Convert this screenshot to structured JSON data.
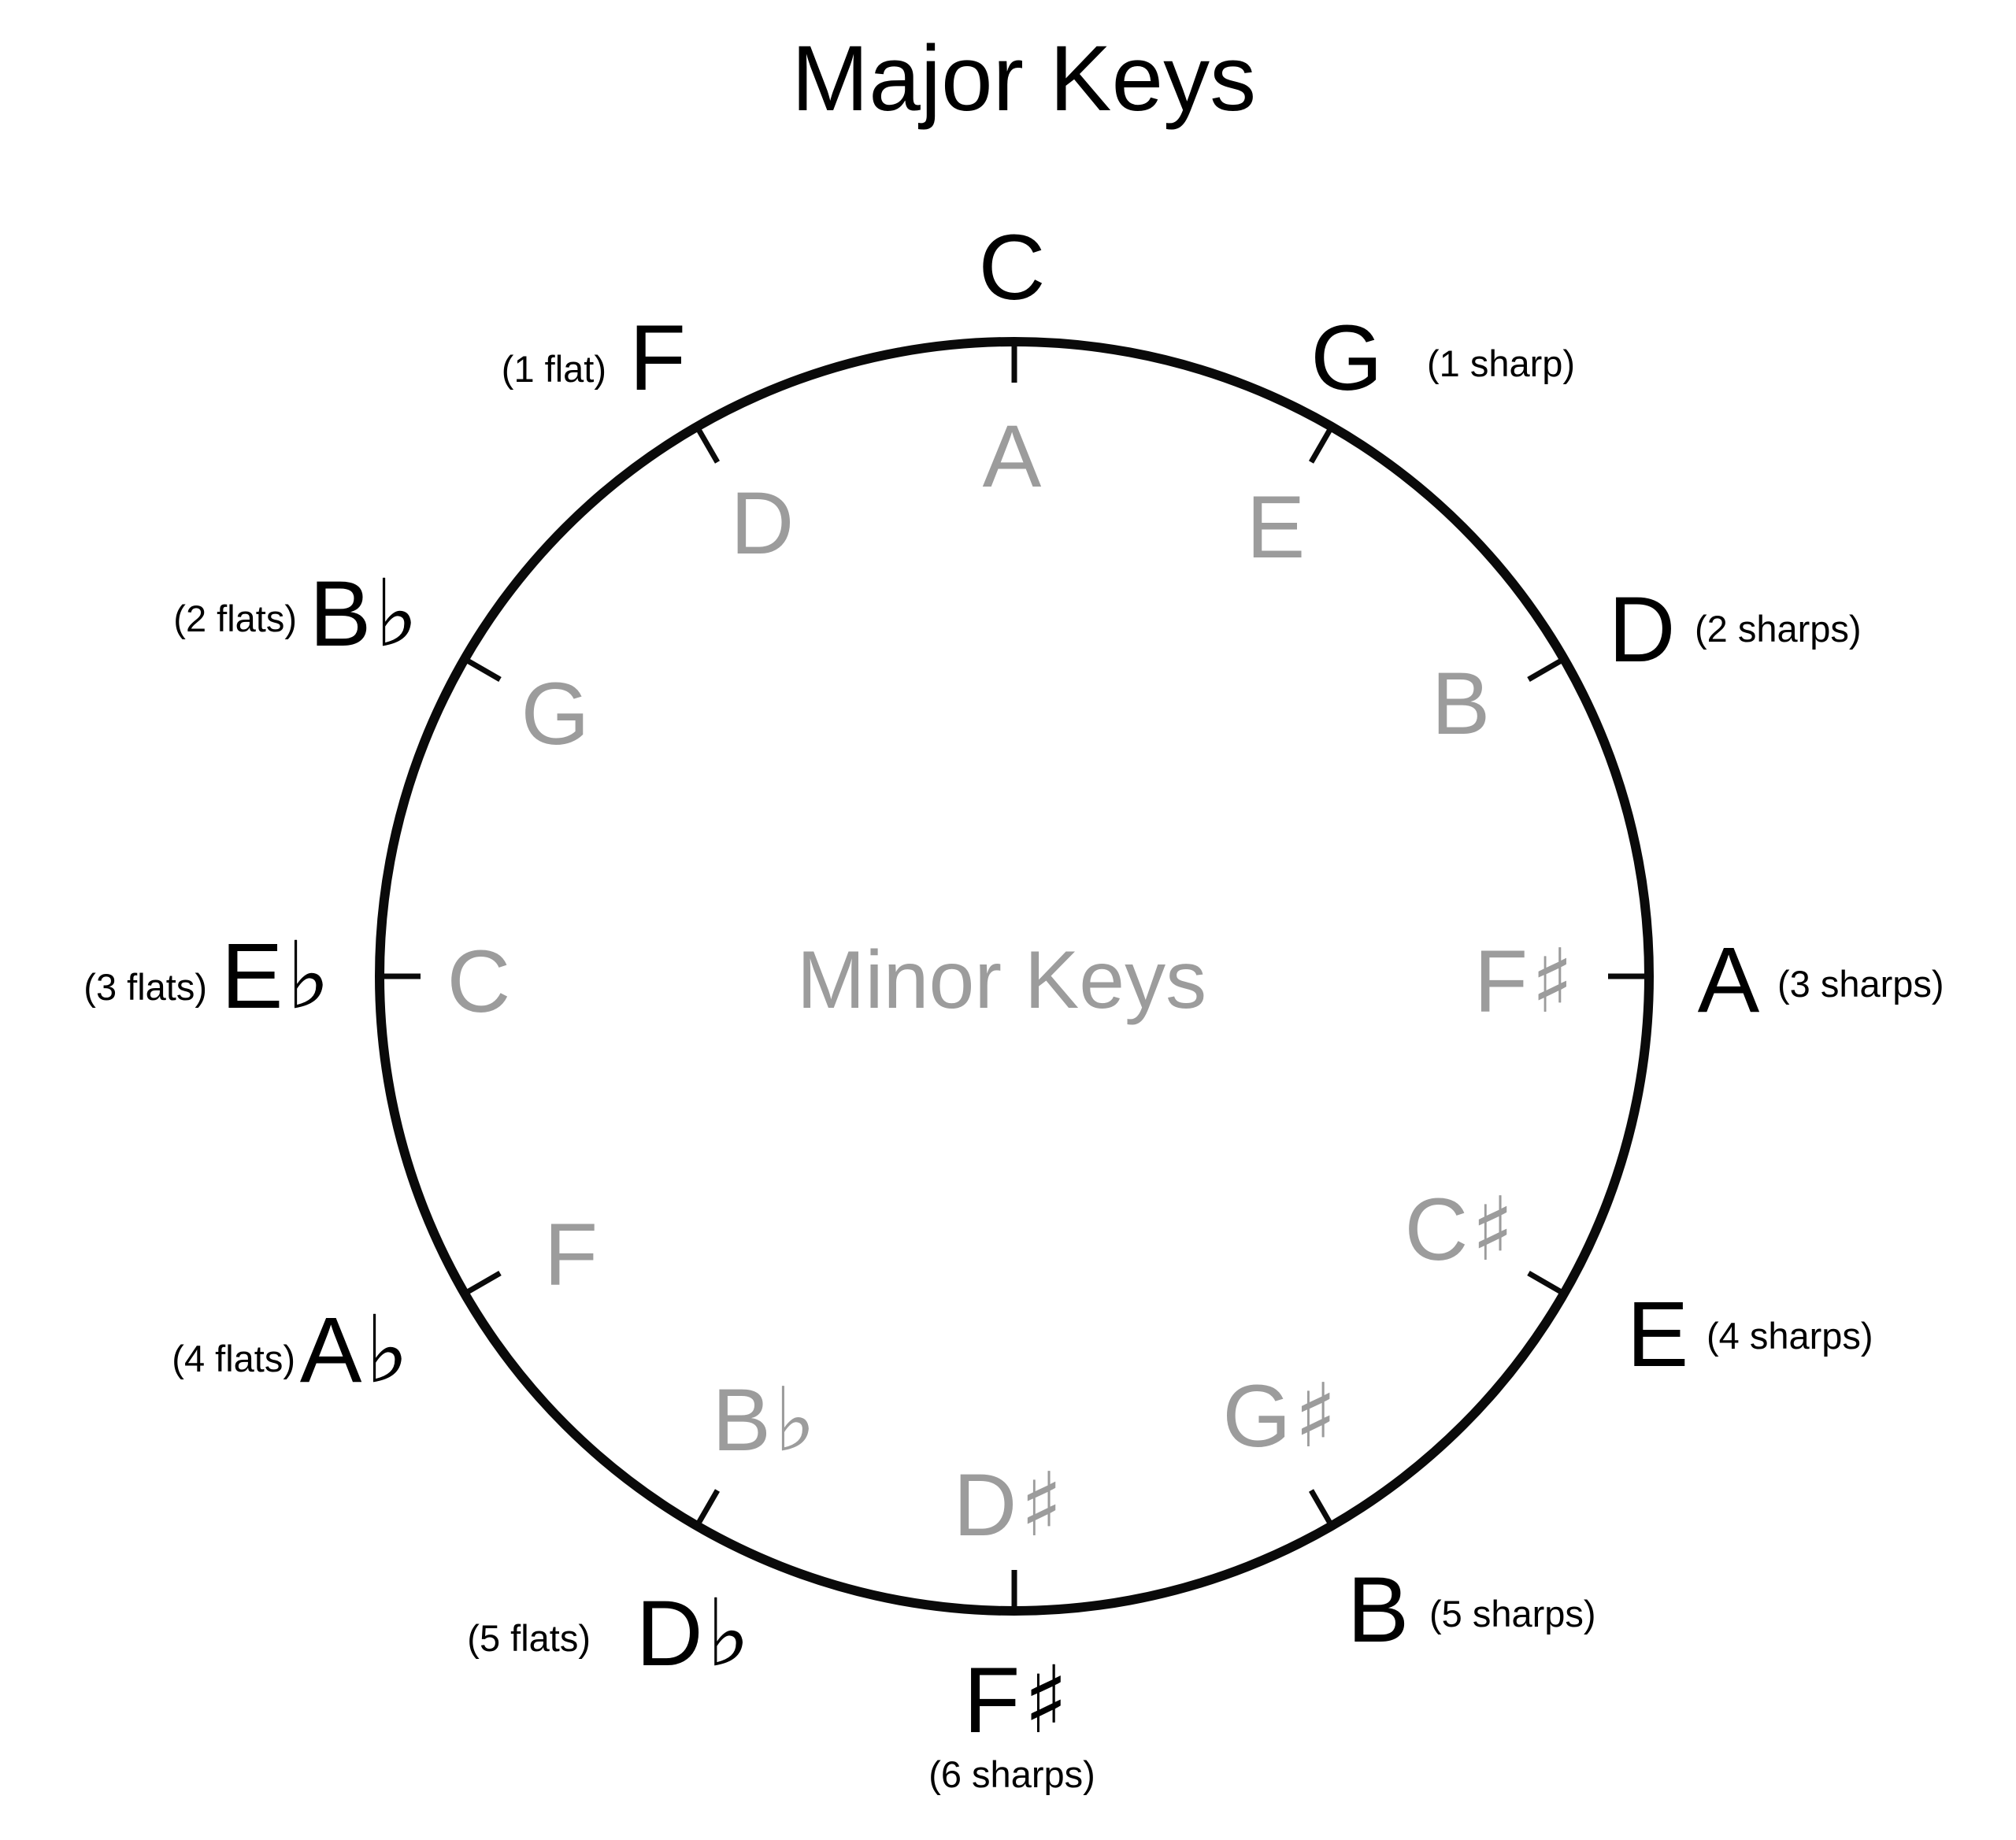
{
  "title": "Major Keys",
  "center_label": "Minor Keys",
  "colors": {
    "major": "#000000",
    "minor": "#9c9c9c",
    "ring": "#0a0a0a"
  },
  "keys": [
    {
      "major": "C",
      "major_acc": "",
      "signature": "",
      "minor": "A",
      "minor_acc": ""
    },
    {
      "major": "G",
      "major_acc": "",
      "signature": "(1 sharp)",
      "minor": "E",
      "minor_acc": ""
    },
    {
      "major": "D",
      "major_acc": "",
      "signature": "(2 sharps)",
      "minor": "B",
      "minor_acc": ""
    },
    {
      "major": "A",
      "major_acc": "",
      "signature": "(3 sharps)",
      "minor": "F",
      "minor_acc": "♯"
    },
    {
      "major": "E",
      "major_acc": "",
      "signature": "(4 sharps)",
      "minor": "C",
      "minor_acc": "♯"
    },
    {
      "major": "B",
      "major_acc": "",
      "signature": "(5 sharps)",
      "minor": "G",
      "minor_acc": "♯"
    },
    {
      "major": "F",
      "major_acc": "♯",
      "signature": "(6 sharps)",
      "minor": "D",
      "minor_acc": "♯"
    },
    {
      "major": "D",
      "major_acc": "♭",
      "signature": "(5 flats)",
      "minor": "B",
      "minor_acc": "♭"
    },
    {
      "major": "A",
      "major_acc": "♭",
      "signature": "(4 flats)",
      "minor": "F",
      "minor_acc": ""
    },
    {
      "major": "E",
      "major_acc": "♭",
      "signature": "(3 flats)",
      "minor": "C",
      "minor_acc": ""
    },
    {
      "major": "B",
      "major_acc": "♭",
      "signature": "(2 flats)",
      "minor": "G",
      "minor_acc": ""
    },
    {
      "major": "F",
      "major_acc": "",
      "signature": "(1 flat)",
      "minor": "D",
      "minor_acc": ""
    }
  ]
}
